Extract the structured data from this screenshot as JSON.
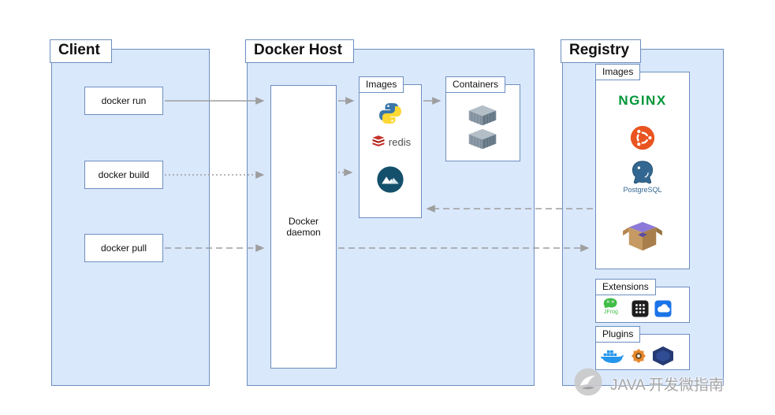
{
  "colors": {
    "section_fill": "#dae8fc",
    "section_border": "#6c8ebf",
    "node_fill": "#ffffff",
    "arrow": "#9e9e9e",
    "nginx_green": "#009639",
    "ubuntu_orange": "#e95420",
    "postgres_blue": "#336791",
    "docker_blue": "#2496ed"
  },
  "client": {
    "title": "Client",
    "commands": [
      {
        "label": "docker run",
        "arrow_style": "solid"
      },
      {
        "label": "docker build",
        "arrow_style": "dotted"
      },
      {
        "label": "docker pull",
        "arrow_style": "dashed"
      }
    ]
  },
  "docker_host": {
    "title": "Docker Host",
    "daemon_label": "Docker daemon",
    "images_panel": {
      "title": "Images",
      "redis_label": "redis",
      "icons": [
        "python-icon",
        "redis-icon",
        "alpine-icon"
      ]
    },
    "containers_panel": {
      "title": "Containers",
      "icons": [
        "container-icon",
        "container-icon"
      ]
    }
  },
  "registry": {
    "title": "Registry",
    "images_panel": {
      "title": "Images",
      "nginx_label": "NGINX",
      "postgresql_label": "PostgreSQL",
      "icons": [
        "nginx-logo",
        "ubuntu-logo",
        "postgresql-logo",
        "package-box-icon"
      ]
    },
    "extensions_panel": {
      "title": "Extensions",
      "jfrog_label": "JFrog",
      "icons": [
        "jfrog-icon",
        "apps-grid-icon",
        "cloud-app-icon"
      ]
    },
    "plugins_panel": {
      "title": "Plugins",
      "icons": [
        "docker-whale-icon",
        "gear-icon",
        "vmware-icon"
      ]
    }
  },
  "watermark": {
    "text": "JAVA 开发微指南"
  }
}
